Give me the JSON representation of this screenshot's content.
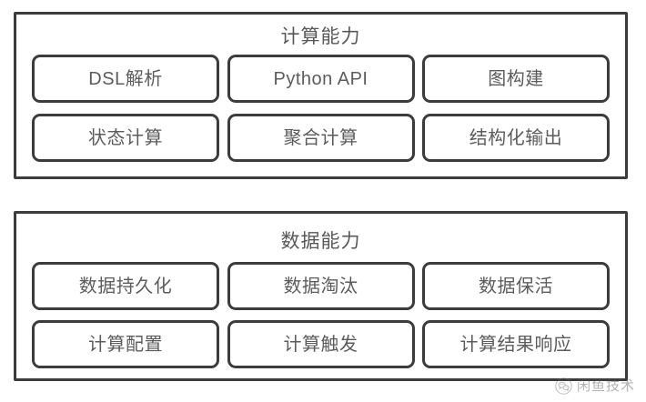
{
  "diagram": {
    "title": "",
    "panels": [
      {
        "id": "compute-capability",
        "title": "计算能力",
        "rows": [
          {
            "cards": [
              {
                "label": "DSL解析"
              },
              {
                "label": "Python API"
              },
              {
                "label": "图构建"
              }
            ]
          },
          {
            "cards": [
              {
                "label": "状态计算"
              },
              {
                "label": "聚合计算"
              },
              {
                "label": "结构化输出"
              }
            ]
          }
        ]
      },
      {
        "id": "data-capability",
        "title": "数据能力",
        "rows": [
          {
            "cards": [
              {
                "label": "数据持久化"
              },
              {
                "label": "数据淘汰"
              },
              {
                "label": "数据保活"
              }
            ]
          },
          {
            "cards": [
              {
                "label": "计算配置"
              },
              {
                "label": "计算触发"
              },
              {
                "label": "计算结果响应"
              }
            ]
          }
        ]
      }
    ]
  },
  "watermark": {
    "icon": "wechat-icon",
    "text": "闲鱼技术"
  },
  "colors": {
    "background": "#ffffff",
    "border": "#3c3c3c",
    "text": "#5c5c5c",
    "title_text": "#585858",
    "watermark_text": "#555555"
  }
}
